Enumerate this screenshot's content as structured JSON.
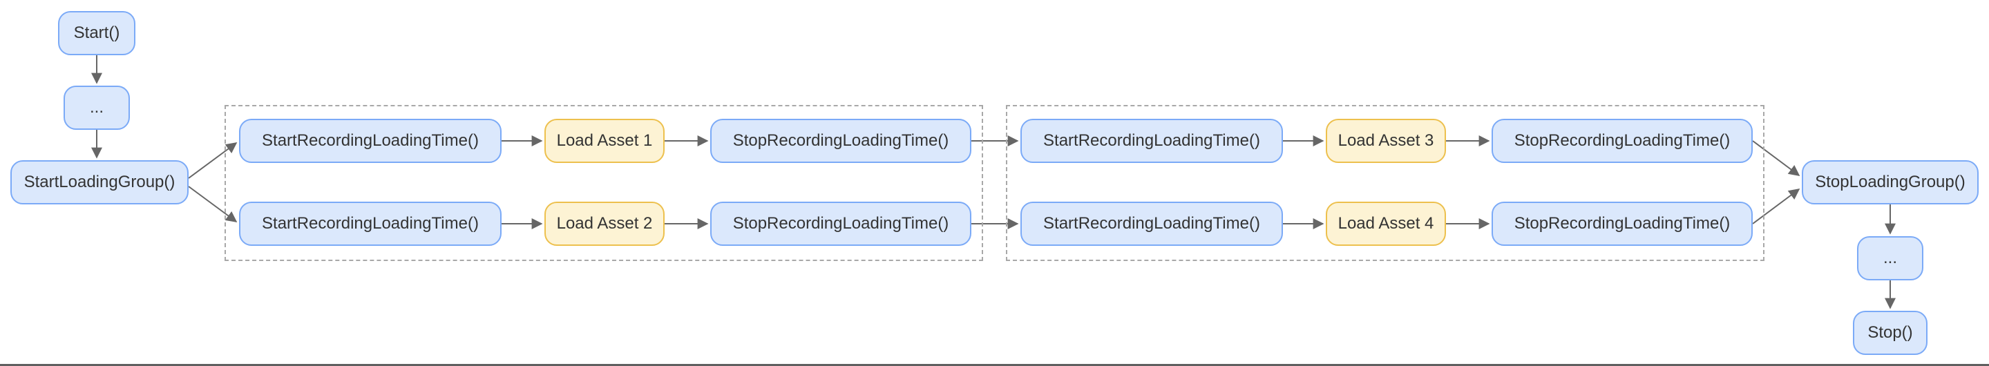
{
  "diagram": {
    "type": "flowchart",
    "colors": {
      "node_blue_fill": "#dbe8fc",
      "node_blue_border": "#7baaf7",
      "node_yellow_fill": "#fdf3d4",
      "node_yellow_border": "#edc04d",
      "group_box_border": "#a8a8a8",
      "arrow": "#666666",
      "text": "#333333",
      "background": "#ffffff"
    },
    "nodes": {
      "start": "Start()",
      "ellipsis_top": "...",
      "start_loading_group": "StartLoadingGroup()",
      "g1_r1_start_recording": "StartRecordingLoadingTime()",
      "g1_r1_load_asset": "Load Asset 1",
      "g1_r1_stop_recording": "StopRecordingLoadingTime()",
      "g1_r2_start_recording": "StartRecordingLoadingTime()",
      "g1_r2_load_asset": "Load Asset 2",
      "g1_r2_stop_recording": "StopRecordingLoadingTime()",
      "g2_r1_start_recording": "StartRecordingLoadingTime()",
      "g2_r1_load_asset": "Load Asset 3",
      "g2_r1_stop_recording": "StopRecordingLoadingTime()",
      "g2_r2_start_recording": "StartRecordingLoadingTime()",
      "g2_r2_load_asset": "Load Asset 4",
      "g2_r2_stop_recording": "StopRecordingLoadingTime()",
      "stop_loading_group": "StopLoadingGroup()",
      "ellipsis_bottom": "...",
      "stop": "Stop()"
    },
    "edges": [
      "start -> ellipsis_top",
      "ellipsis_top -> start_loading_group",
      "start_loading_group -> g1_r1_start_recording",
      "start_loading_group -> g1_r2_start_recording",
      "g1_r1_start_recording -> g1_r1_load_asset",
      "g1_r1_load_asset -> g1_r1_stop_recording",
      "g1_r1_stop_recording -> g2_r1_start_recording",
      "g1_r2_start_recording -> g1_r2_load_asset",
      "g1_r2_load_asset -> g1_r2_stop_recording",
      "g1_r2_stop_recording -> g2_r2_start_recording",
      "g2_r1_start_recording -> g2_r1_load_asset",
      "g2_r1_load_asset -> g2_r1_stop_recording",
      "g2_r1_stop_recording -> stop_loading_group",
      "g2_r2_start_recording -> g2_r2_load_asset",
      "g2_r2_load_asset -> g2_r2_stop_recording",
      "g2_r2_stop_recording -> stop_loading_group",
      "stop_loading_group -> ellipsis_bottom",
      "ellipsis_bottom -> stop"
    ]
  }
}
